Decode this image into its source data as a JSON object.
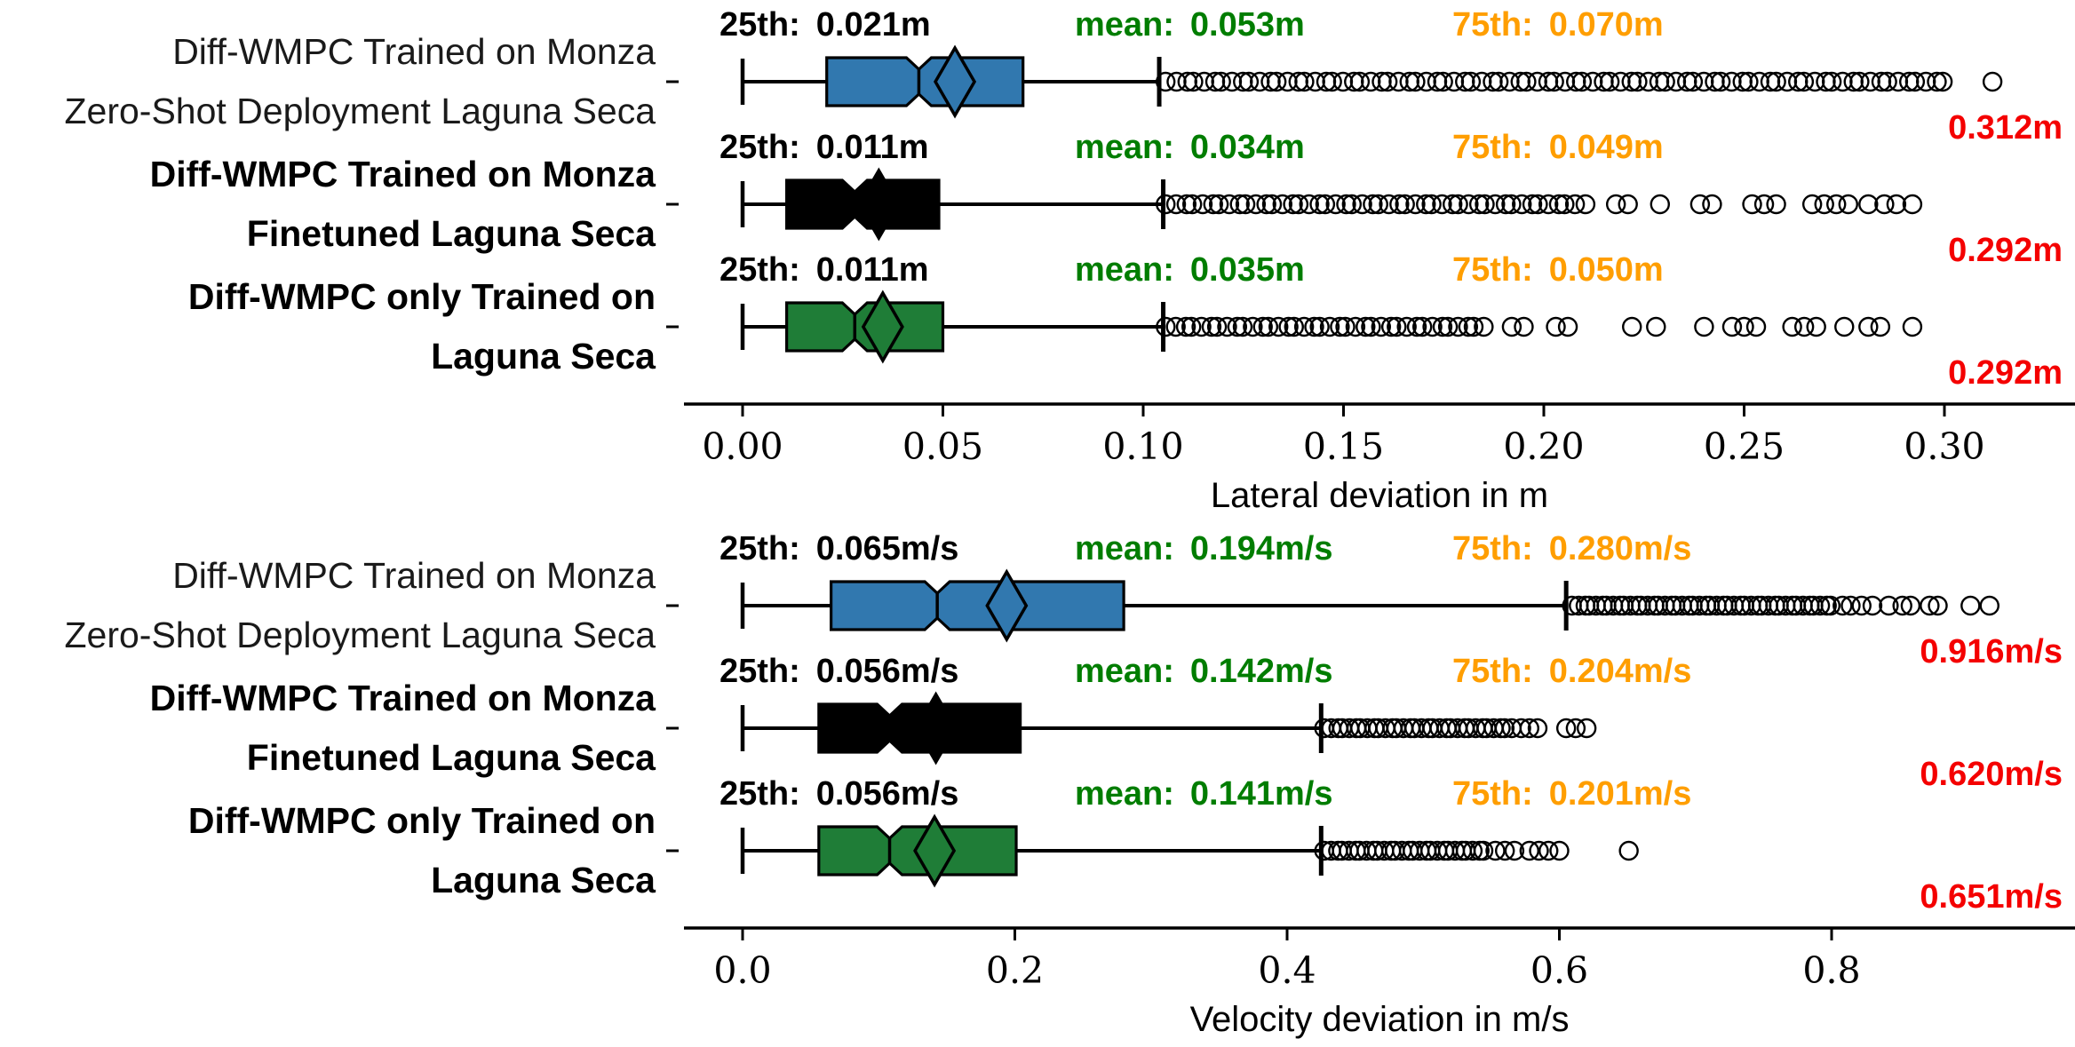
{
  "figure": {
    "background": "#ffffff",
    "annotation_colors": {
      "p25": "#000000",
      "mean": "#007d00",
      "p75": "#ff9e00",
      "max": "#f40000"
    },
    "box_border_color": "#000000"
  },
  "chart_data": [
    {
      "type": "boxplot-horizontal",
      "title": "",
      "xlabel": "Lateral deviation in m",
      "axis": {
        "min": 0,
        "max": 0.333,
        "ticks": [
          0,
          0.05,
          0.1,
          0.15,
          0.2,
          0.25,
          0.3
        ],
        "tick_labels": [
          "0.00",
          "0.05",
          "0.10",
          "0.15",
          "0.20",
          "0.25",
          "0.30"
        ],
        "grid": false
      },
      "rows": [
        {
          "label_lines": [
            "Diff-WMPC Trained on Monza",
            "Zero-Shot Deployment Laguna Seca"
          ],
          "bold": false,
          "box_color": "#3178af",
          "stats": {
            "p25": 0.021,
            "median": 0.044,
            "mean": 0.053,
            "p75": 0.07,
            "max": 0.312
          },
          "box": {
            "whisker_low": 0.0,
            "q1": 0.021,
            "median": 0.044,
            "q3": 0.07,
            "whisker_high": 0.104
          },
          "outlier_clusters": [
            {
              "from": 0.106,
              "to": 0.3,
              "count": 85
            }
          ],
          "outliers_sparse": [
            0.312
          ],
          "ann": {
            "p25": {
              "label": "25th:",
              "value": "0.021m"
            },
            "mean": {
              "label": "mean:",
              "value": "0.053m"
            },
            "p75": {
              "label": "75th:",
              "value": "0.070m"
            },
            "max": "0.312m"
          }
        },
        {
          "label_lines": [
            "Diff-WMPC Trained on Monza",
            "Finetuned Laguna Seca"
          ],
          "bold": true,
          "box_color": "#000000",
          "stats": {
            "p25": 0.011,
            "median": 0.028,
            "mean": 0.034,
            "p75": 0.049,
            "max": 0.292
          },
          "box": {
            "whisker_low": 0.0,
            "q1": 0.011,
            "median": 0.028,
            "q3": 0.049,
            "whisker_high": 0.105
          },
          "outlier_clusters": [
            {
              "from": 0.106,
              "to": 0.21,
              "count": 48
            }
          ],
          "outliers_sparse": [
            0.218,
            0.221,
            0.229,
            0.239,
            0.242,
            0.252,
            0.255,
            0.258,
            0.267,
            0.27,
            0.273,
            0.276,
            0.281,
            0.285,
            0.288,
            0.292
          ],
          "ann": {
            "p25": {
              "label": "25th:",
              "value": "0.011m"
            },
            "mean": {
              "label": "mean:",
              "value": "0.034m"
            },
            "p75": {
              "label": "75th:",
              "value": "0.049m"
            },
            "max": "0.292m"
          }
        },
        {
          "label_lines": [
            "Diff-WMPC only Trained on",
            "Laguna Seca"
          ],
          "bold": true,
          "box_color": "#1f7d37",
          "stats": {
            "p25": 0.011,
            "median": 0.028,
            "mean": 0.035,
            "p75": 0.05,
            "max": 0.292
          },
          "box": {
            "whisker_low": 0.0,
            "q1": 0.011,
            "median": 0.028,
            "q3": 0.05,
            "whisker_high": 0.105
          },
          "outlier_clusters": [
            {
              "from": 0.106,
              "to": 0.185,
              "count": 38
            }
          ],
          "outliers_sparse": [
            0.192,
            0.195,
            0.203,
            0.206,
            0.222,
            0.228,
            0.24,
            0.247,
            0.25,
            0.253,
            0.262,
            0.265,
            0.268,
            0.275,
            0.281,
            0.284,
            0.292
          ],
          "ann": {
            "p25": {
              "label": "25th:",
              "value": "0.011m"
            },
            "mean": {
              "label": "mean:",
              "value": "0.035m"
            },
            "p75": {
              "label": "75th:",
              "value": "0.050m"
            },
            "max": "0.292m"
          }
        }
      ]
    },
    {
      "type": "boxplot-horizontal",
      "title": "",
      "xlabel": "Velocity deviation in m/s",
      "axis": {
        "min": 0,
        "max": 0.98,
        "ticks": [
          0,
          0.2,
          0.4,
          0.6,
          0.8
        ],
        "tick_labels": [
          "0.0",
          "0.2",
          "0.4",
          "0.6",
          "0.8"
        ],
        "grid": false
      },
      "rows": [
        {
          "label_lines": [
            "Diff-WMPC Trained on Monza",
            "Zero-Shot Deployment Laguna Seca"
          ],
          "bold": false,
          "box_color": "#3178af",
          "stats": {
            "p25": 0.065,
            "median": 0.143,
            "mean": 0.194,
            "p75": 0.28,
            "max": 0.916
          },
          "box": {
            "whisker_low": 0.0,
            "q1": 0.065,
            "median": 0.143,
            "q3": 0.28,
            "whisker_high": 0.605
          },
          "outlier_clusters": [
            {
              "from": 0.61,
              "to": 0.8,
              "count": 46
            }
          ],
          "outliers_sparse": [
            0.808,
            0.814,
            0.822,
            0.83,
            0.842,
            0.852,
            0.858,
            0.872,
            0.878,
            0.902,
            0.916
          ],
          "ann": {
            "p25": {
              "label": "25th:",
              "value": "0.065m/s"
            },
            "mean": {
              "label": "mean:",
              "value": "0.194m/s"
            },
            "p75": {
              "label": "75th:",
              "value": "0.280m/s"
            },
            "max": "0.916m/s"
          }
        },
        {
          "label_lines": [
            "Diff-WMPC Trained on Monza",
            "Finetuned Laguna Seca"
          ],
          "bold": true,
          "box_color": "#000000",
          "stats": {
            "p25": 0.056,
            "median": 0.108,
            "mean": 0.142,
            "p75": 0.204,
            "max": 0.62
          },
          "box": {
            "whisker_low": 0.0,
            "q1": 0.056,
            "median": 0.108,
            "q3": 0.204,
            "whisker_high": 0.425
          },
          "outlier_clusters": [
            {
              "from": 0.428,
              "to": 0.565,
              "count": 32
            }
          ],
          "outliers_sparse": [
            0.572,
            0.578,
            0.584,
            0.605,
            0.612,
            0.62
          ],
          "ann": {
            "p25": {
              "label": "25th:",
              "value": "0.056m/s"
            },
            "mean": {
              "label": "mean:",
              "value": "0.142m/s"
            },
            "p75": {
              "label": "75th:",
              "value": "0.204m/s"
            },
            "max": "0.620m/s"
          }
        },
        {
          "label_lines": [
            "Diff-WMPC only Trained on",
            "Laguna Seca"
          ],
          "bold": true,
          "box_color": "#1f7d37",
          "stats": {
            "p25": 0.056,
            "median": 0.108,
            "mean": 0.141,
            "p75": 0.201,
            "max": 0.651
          },
          "box": {
            "whisker_low": 0.0,
            "q1": 0.056,
            "median": 0.108,
            "q3": 0.201,
            "whisker_high": 0.425
          },
          "outlier_clusters": [
            {
              "from": 0.428,
              "to": 0.545,
              "count": 28
            }
          ],
          "outliers_sparse": [
            0.553,
            0.56,
            0.567,
            0.578,
            0.585,
            0.592,
            0.6,
            0.651
          ],
          "ann": {
            "p25": {
              "label": "25th:",
              "value": "0.056m/s"
            },
            "mean": {
              "label": "mean:",
              "value": "0.141m/s"
            },
            "p75": {
              "label": "75th:",
              "value": "0.201m/s"
            },
            "max": "0.651m/s"
          }
        }
      ]
    }
  ]
}
